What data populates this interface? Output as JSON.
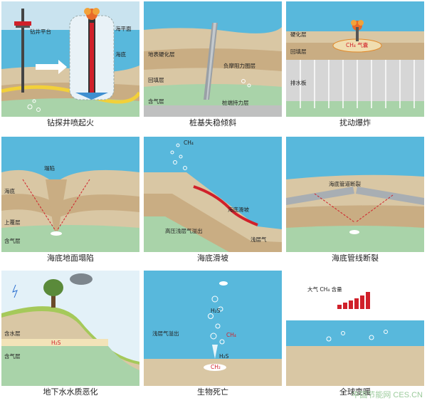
{
  "panels": [
    {
      "caption": "钻探井喷起火",
      "labels": {
        "platform": "钻井平台",
        "sea_surface": "海平面",
        "seabed": "海底"
      }
    },
    {
      "caption": "桩基失稳倾斜",
      "labels": {
        "hard_layer": "地表硬化层",
        "bearing_layer": "负摩阻力图层",
        "fill_layer": "回填层",
        "gas_layer": "含气层",
        "pile_layer": "桩端持力层"
      }
    },
    {
      "caption": "扰动爆炸",
      "labels": {
        "hard_layer": "硬化层",
        "fill_layer": "回填层",
        "drain_plate": "排水板",
        "ch4_gas": "CH₄ 气囊"
      }
    },
    {
      "caption": "海底地面塌陷",
      "labels": {
        "collapse": "塌陷",
        "seabed": "海底",
        "overlying": "上覆层",
        "gas_layer": "含气层"
      }
    },
    {
      "caption": "海底滑坡",
      "labels": {
        "ch4": "CH₄",
        "slide": "海底滑坡",
        "overflow": "高压浅层气溢出",
        "shallow_gas": "浅层气"
      }
    },
    {
      "caption": "海底管线断裂",
      "labels": {
        "pipe_break": "海底管道断裂"
      }
    },
    {
      "caption": "地下水水质恶化",
      "labels": {
        "aquifer": "含水层",
        "h2s": "H₂S",
        "gas_layer": "含气层"
      }
    },
    {
      "caption": "生物死亡",
      "labels": {
        "h2s_top": "H₂S",
        "overflow": "浅层气溢出",
        "ch4": "CH₄",
        "h2s_bottom": "H₂S",
        "ch2": "CH₂"
      }
    },
    {
      "caption": "全球变暖",
      "labels": {
        "atm_ch4": "大气 CH₄ 含量"
      }
    }
  ],
  "watermark": "中国节能网 CES.CN",
  "colors": {
    "sky": "#c9e3ef",
    "sea": "#58b8dc",
    "sand": "#d9c7a4",
    "tan": "#c9ad83",
    "green": "#a9d3a9",
    "gray": "#d6d6d6",
    "red": "#d0202a"
  }
}
